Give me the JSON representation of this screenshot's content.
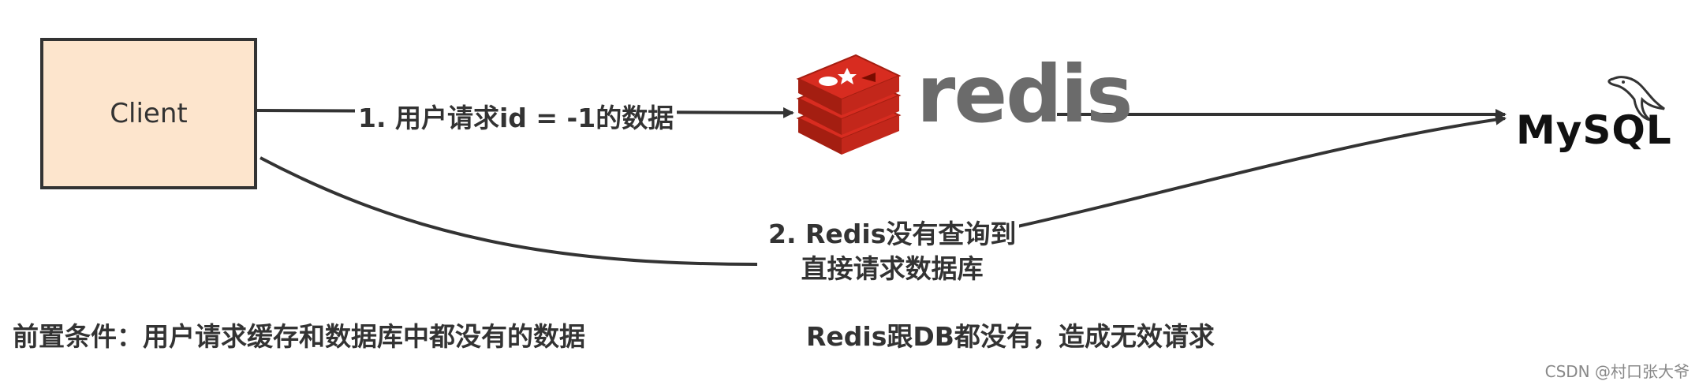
{
  "client": {
    "label": "Client"
  },
  "edges": {
    "request_label": "1. 用户请求id = -1的数据",
    "fallback_line1": "2. Redis没有查询到",
    "fallback_line2": "直接请求数据库"
  },
  "logos": {
    "redis_text": "redis",
    "mysql_text": "MySQL"
  },
  "notes": {
    "precondition": "前置条件：用户请求缓存和数据库中都没有的数据",
    "result": "Redis跟DB都没有，造成无效请求"
  },
  "watermark": "CSDN @村口张大爷",
  "colors": {
    "client_fill": "#fde5cd",
    "redis_red": "#d82c20",
    "redis_grey": "#6b6b6b",
    "line": "#333333"
  }
}
